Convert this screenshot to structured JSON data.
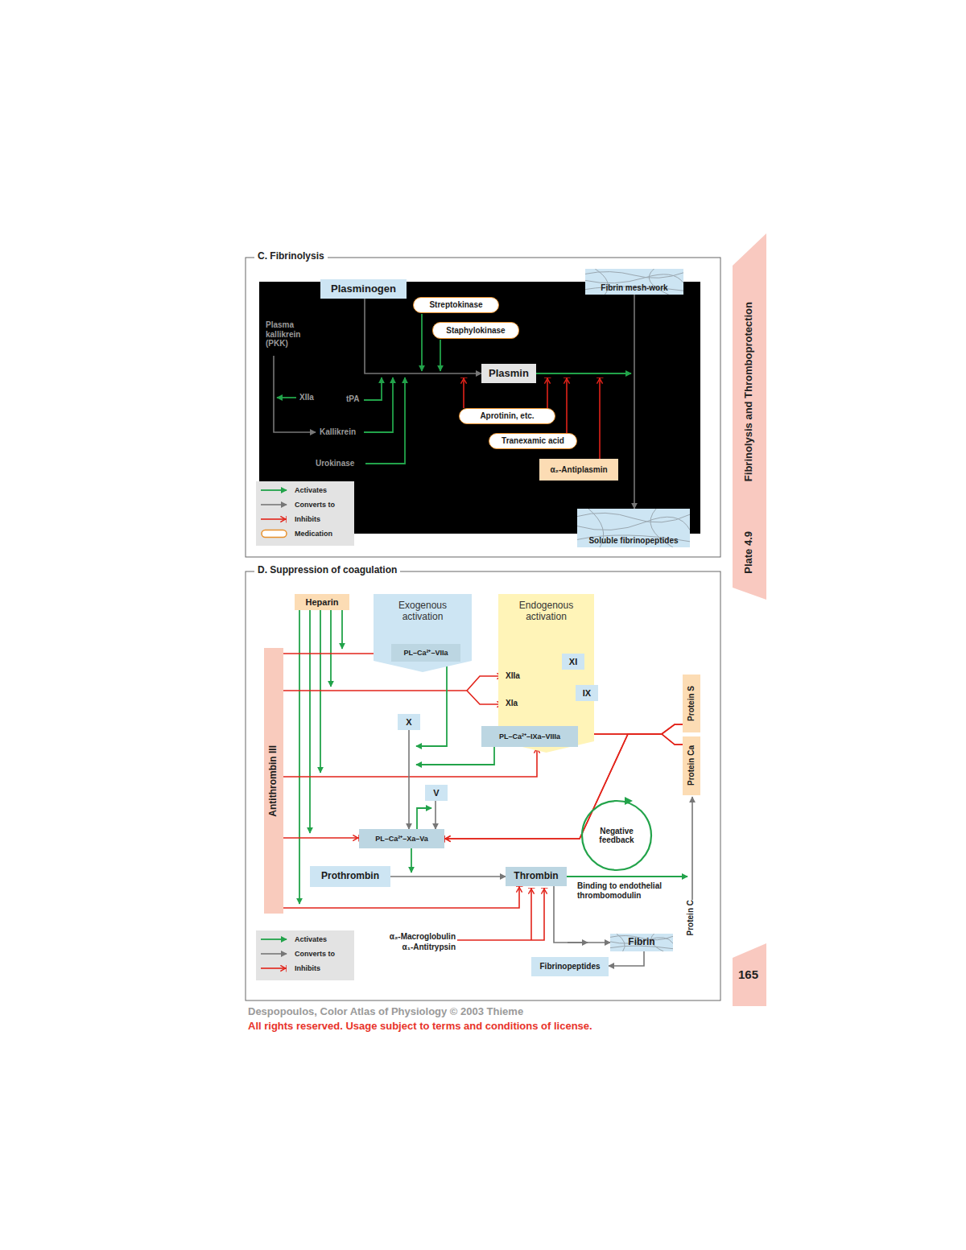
{
  "diagram": {
    "nodes": [
      {
        "text": [
          "Plasminogen"
        ]
      },
      {
        "text": [
          "Streptokinase"
        ]
      },
      {
        "text": [
          "Staphylokinase"
        ]
      },
      {
        "text": [
          "Plasmin"
        ]
      },
      {
        "text": [
          "Fibrin mesh-work"
        ]
      },
      {
        "text": [
          "Aprotinin, etc."
        ]
      },
      {
        "text": [
          "Tranexamic acid"
        ]
      },
      {
        "text": [
          "α₂-Antiplasmin"
        ]
      },
      {
        "text": [
          "Soluble fibrinopeptides"
        ]
      },
      {
        "text": [
          "Heparin"
        ]
      },
      {
        "text": [
          "Exogenous activation"
        ]
      },
      {
        "text": [
          "PL–Ca²⁺–VIIa"
        ],
        "in": 10
      },
      {
        "text": [
          "Endogenous activation"
        ]
      },
      {
        "text": [
          "XI"
        ],
        "in": 12
      },
      {
        "text": [
          "IX"
        ],
        "in": 12
      },
      {
        "text": [
          "PL–Ca²⁺–IXa–VIIIa"
        ],
        "in": 12
      },
      {
        "text": [
          "Antithrombin III"
        ]
      },
      {
        "text": [
          "X"
        ]
      },
      {
        "text": [
          "V"
        ]
      },
      {
        "text": [
          "PL–Ca²⁺–Xa–Va"
        ]
      },
      {
        "text": [
          "Prothrombin"
        ]
      },
      {
        "text": [
          "Thrombin"
        ]
      },
      {
        "text": [
          "Protein S"
        ]
      },
      {
        "text": [
          "Protein Ca"
        ]
      },
      {
        "text": [
          "Negative feedback"
        ]
      },
      {
        "text": [
          "Fibrin"
        ]
      },
      {
        "text": [
          "Fibrinopeptides"
        ]
      }
    ],
    "edges": [
      {
        "from": 0,
        "to": 3,
        "arrow": "to"
      },
      {
        "from": 4,
        "to": 8,
        "arrow": "to"
      },
      {
        "from": 16,
        "to": 11,
        "arrow": "to"
      },
      {
        "from": 16,
        "to": 15,
        "arrow": "to"
      },
      {
        "from": 16,
        "to": 19,
        "arrow": "to"
      },
      {
        "from": 16,
        "to": 21,
        "arrow": "to"
      },
      {
        "from": 17,
        "to": 19,
        "arrow": "to"
      },
      {
        "from": 18,
        "to": 19,
        "arrow": "to"
      },
      {
        "from": 20,
        "to": 21,
        "arrow": "to"
      },
      {
        "from": 22,
        "to": 15,
        "arrow": "to"
      },
      {
        "from": 22,
        "to": 19,
        "arrow": "to"
      },
      {
        "from": 23,
        "to": 15,
        "arrow": "to"
      },
      {
        "from": 23,
        "to": 19,
        "arrow": "to"
      },
      {
        "from": 21,
        "to": 25,
        "arrow": "to"
      },
      {
        "from": 25,
        "to": 26,
        "arrow": "to"
      }
    ],
    "labels": [
      "C. Fibrinolysis",
      "Plasma kallikrein (PKK)",
      "XIIa",
      "tPA",
      "Kallikrein",
      "Urokinase",
      "D. Suppression of coagulation",
      "XIIa",
      "XIa",
      "Binding to endothelial thrombomodulin",
      "α₂-Macroglobulin",
      "α₁-Antitrypsin",
      "Protein C",
      "Plate 4.9",
      "Fibrinolysis and Thromboprotection",
      "165",
      "Despopoulos, Color Atlas of Physiology © 2003 Thieme",
      "All rights reserved. Usage subject to terms and conditions of license."
    ],
    "legend": [
      {
        "text": "Activates"
      },
      {
        "text": "Converts to"
      },
      {
        "text": "Inhibits"
      },
      {
        "text": "Medication"
      },
      {
        "text": "Activates"
      },
      {
        "text": "Converts to"
      },
      {
        "text": "Inhibits"
      }
    ]
  }
}
